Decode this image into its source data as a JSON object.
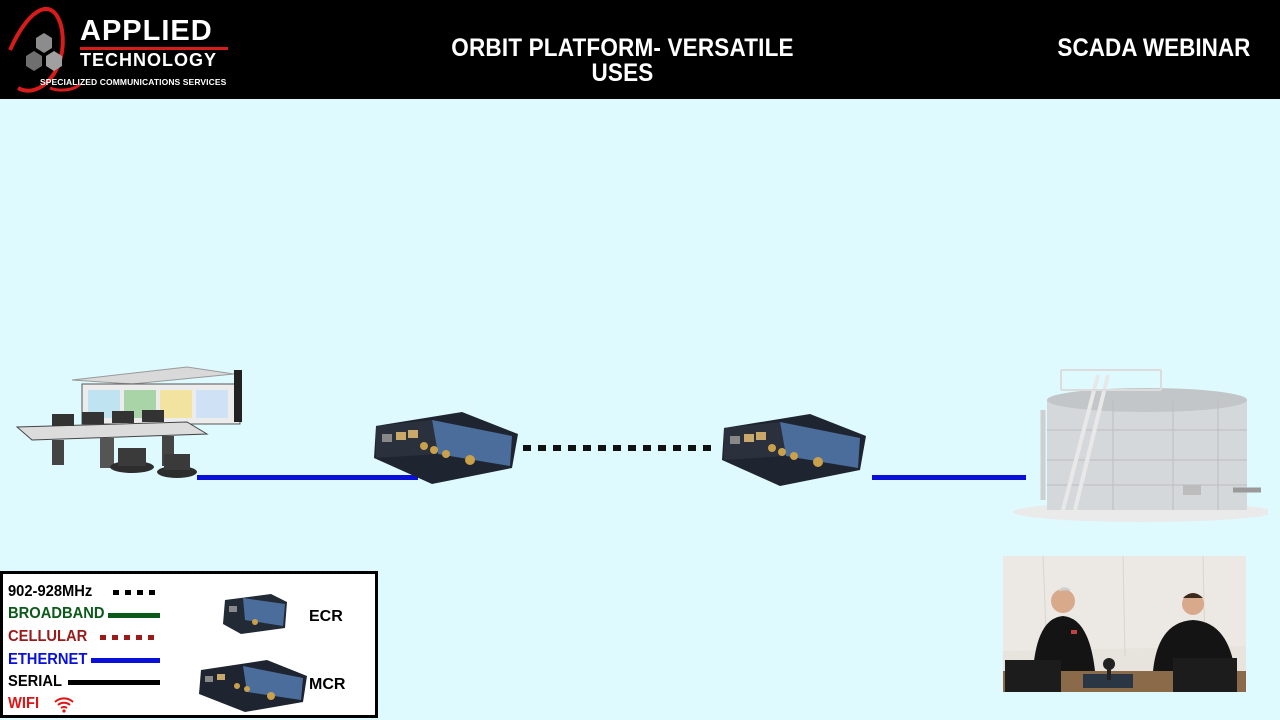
{
  "header": {
    "logo_name": "APPLIED",
    "logo_name_2": "TECHNOLOGY",
    "logo_tagline": "SPECIALIZED COMMUNICATIONS SERVICES",
    "title": "ORBIT PLATFORM- VERSATILE USES",
    "right_title": "SCADA WEBINAR"
  },
  "legend": {
    "items": [
      {
        "label": "902-928MHz",
        "color": "#000000",
        "style": "dotted"
      },
      {
        "label": "BROADBAND",
        "color": "#0b5a1a",
        "style": "solid"
      },
      {
        "label": "CELLULAR",
        "color": "#9b1a1a",
        "style": "dotted"
      },
      {
        "label": "ETHERNET",
        "color": "#0a10d8",
        "style": "solid"
      },
      {
        "label": "SERIAL",
        "color": "#000000",
        "style": "solid"
      },
      {
        "label": "WIFI",
        "color": "#e01414",
        "style": "wifi-icon"
      }
    ],
    "devices": [
      {
        "label": "ECR"
      },
      {
        "label": "MCR"
      }
    ]
  },
  "colors": {
    "background": "#dffaff",
    "header": "#000000",
    "accent_red": "#d81b1b",
    "ethernet_blue": "#0a10d8"
  }
}
